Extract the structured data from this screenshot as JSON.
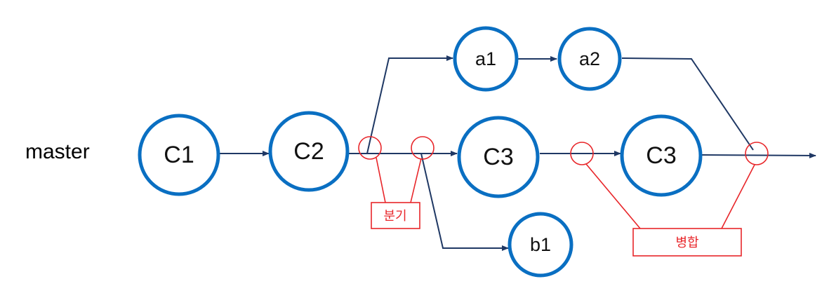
{
  "branch": {
    "name": "master"
  },
  "nodes": {
    "c1": "C1",
    "c2": "C2",
    "c3a": "C3",
    "c3b": "C3",
    "a1": "a1",
    "a2": "a2",
    "b1": "b1"
  },
  "annotations": {
    "branch": "분기",
    "merge": "병합"
  },
  "colors": {
    "node_ring": "#0a6fc2",
    "edge": "#1f3864",
    "annotation": "#e8262a"
  }
}
